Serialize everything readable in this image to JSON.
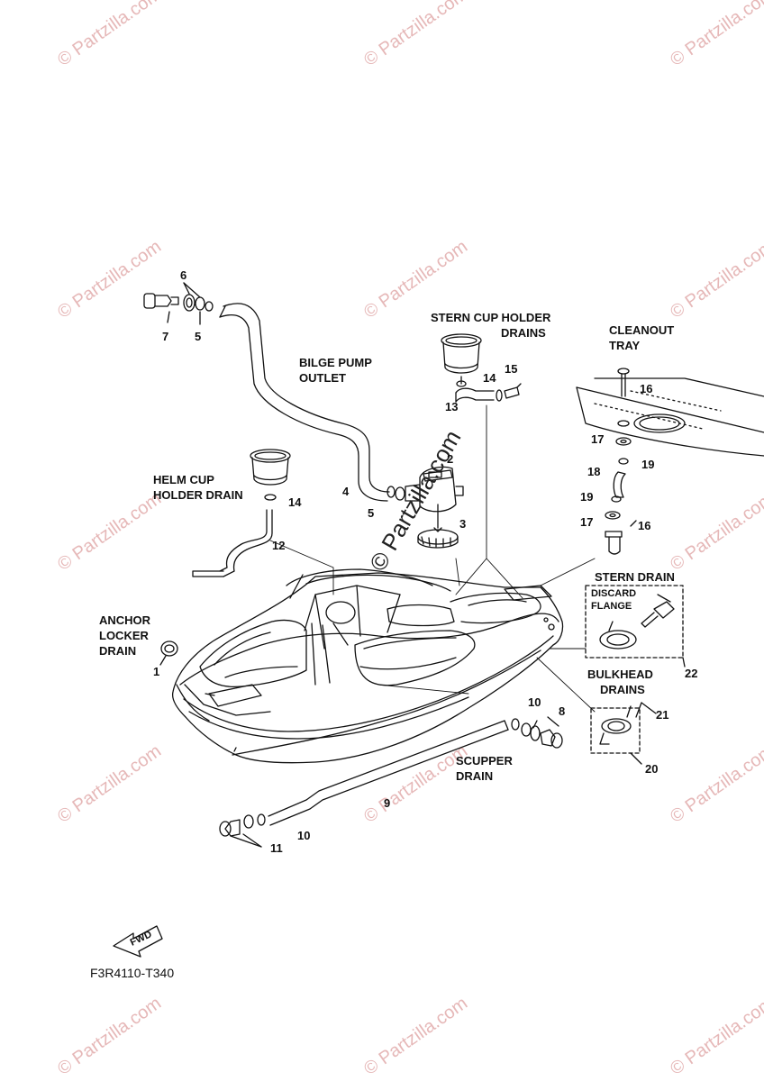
{
  "watermarks": {
    "text": "© Partzilla.com",
    "color": "#e6b8b8"
  },
  "center_watermark": "© Partzilla.com",
  "drawing_code": "F3R4110-T340",
  "fwd_text": "FWD",
  "labels": {
    "bilge_pump_outlet": [
      "BILGE PUMP",
      "OUTLET"
    ],
    "stern_cup_holder_drains": [
      "STERN CUP HOLDER",
      "DRAINS"
    ],
    "cleanout_tray": [
      "CLEANOUT",
      "TRAY"
    ],
    "helm_cup_holder_drain": [
      "HELM CUP",
      "HOLDER DRAIN"
    ],
    "anchor_locker_drain": [
      "ANCHOR",
      "LOCKER",
      "DRAIN"
    ],
    "stern_drain": "STERN DRAIN",
    "discard_flange": [
      "DISCARD",
      "FLANGE"
    ],
    "bulkhead_drains": [
      "BULKHEAD",
      "DRAINS"
    ],
    "scupper_drain": [
      "SCUPPER",
      "DRAIN"
    ]
  },
  "callouts": [
    "1",
    "2",
    "3",
    "4",
    "5",
    "5",
    "6",
    "7",
    "8",
    "9",
    "10",
    "10",
    "11",
    "12",
    "13",
    "14",
    "14",
    "15",
    "16",
    "16",
    "17",
    "17",
    "18",
    "19",
    "19",
    "20",
    "21",
    "22"
  ]
}
